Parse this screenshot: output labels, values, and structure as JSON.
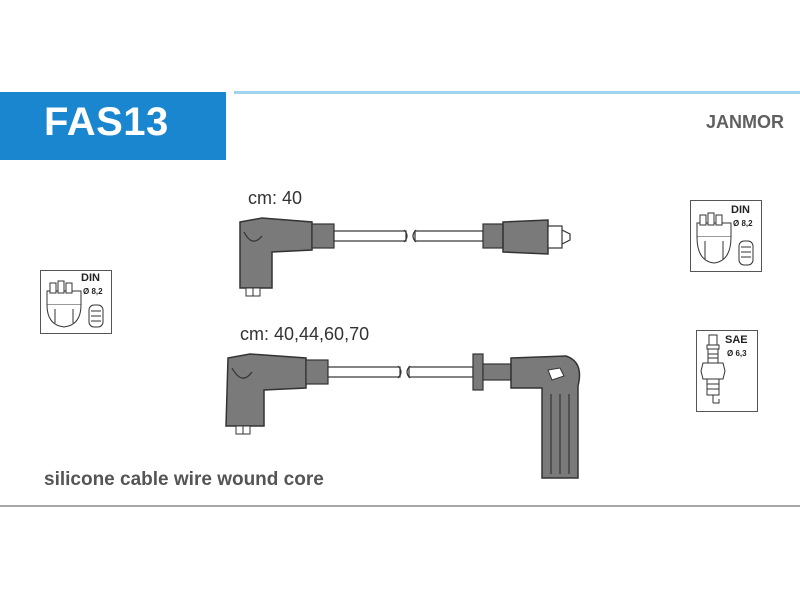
{
  "header": {
    "product_code": "FAS13",
    "brand": "JANMOR"
  },
  "cables": [
    {
      "length_label": "cm: 40"
    },
    {
      "length_label": "cm: 40,44,60,70"
    }
  ],
  "connectors": {
    "left": {
      "standard": "DIN",
      "diameter": "Ø 8,2"
    },
    "top_right": {
      "standard": "DIN",
      "diameter": "Ø 8,2"
    },
    "bottom_right": {
      "standard": "SAE",
      "diameter": "Ø 6,3"
    }
  },
  "footer": {
    "description": "silicone cable wire wound core"
  },
  "colors": {
    "title_bg": "#1a86cf",
    "accent_line": "#9fd3ee",
    "boot_fill": "#7a7a7a"
  }
}
